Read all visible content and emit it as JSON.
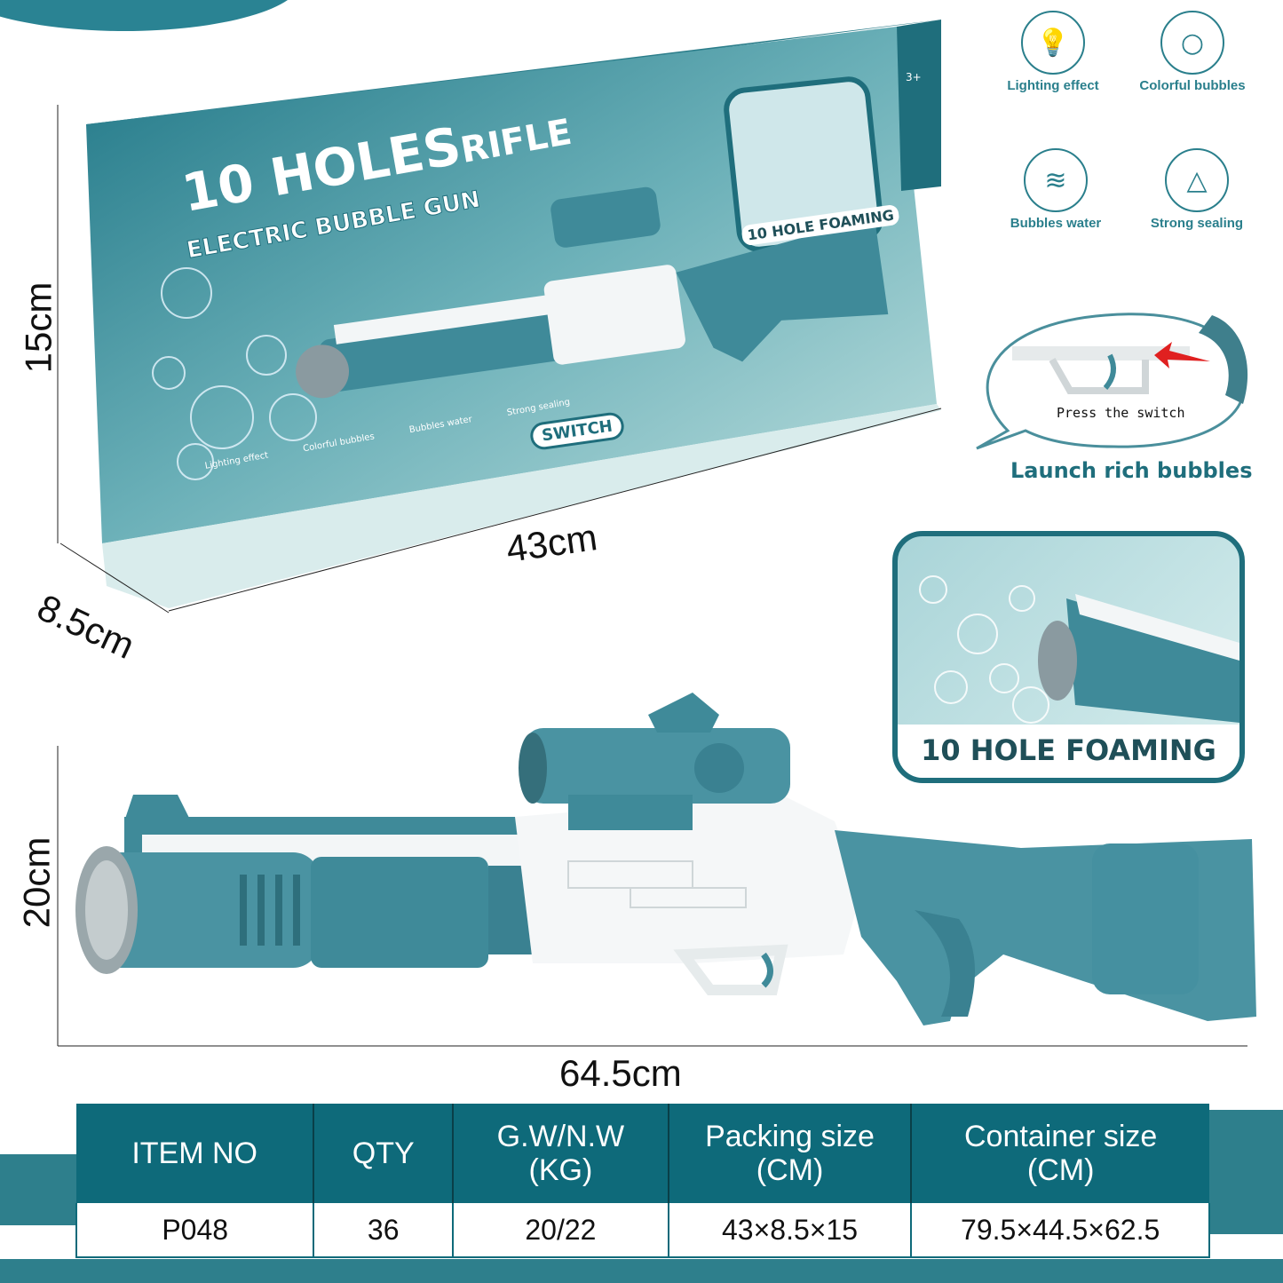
{
  "box": {
    "title_main": "10 HOLES",
    "title_rifle": "RIFLE",
    "subtitle": "ELECTRIC BUBBLE GUN",
    "inset_label": "10 HOLE FOAMING",
    "switch_label": "SWITCH",
    "age_label": "3+",
    "features": [
      "Lighting effect",
      "Colorful bubbles",
      "Bubbles water",
      "Strong sealing"
    ]
  },
  "dimensions": {
    "box_height": "15cm",
    "box_depth": "8.5cm",
    "box_length": "43cm",
    "gun_height": "20cm",
    "gun_length": "64.5cm"
  },
  "features": [
    {
      "label": "Lighting effect",
      "icon": "light-bulb-icon"
    },
    {
      "label": "Colorful bubbles",
      "icon": "bubbles-icon"
    },
    {
      "label": "Bubbles water",
      "icon": "bottle-icon"
    },
    {
      "label": "Strong sealing",
      "icon": "water-drop-icon"
    }
  ],
  "callout": {
    "instruction": "Press the switch",
    "caption": "Launch rich bubbles"
  },
  "inset": {
    "label": "10 HOLE FOAMING"
  },
  "spec_table": {
    "headers": [
      [
        "ITEM NO",
        ""
      ],
      [
        "QTY",
        ""
      ],
      [
        "G.W/N.W",
        "(KG)"
      ],
      [
        "Packing size",
        "(CM)"
      ],
      [
        "Container size",
        "(CM)"
      ]
    ],
    "row": [
      "P048",
      "36",
      "20/22",
      "43×8.5×15",
      "79.5×44.5×62.5"
    ]
  },
  "colors": {
    "teal": "#0e6a7a",
    "gun_teal": "#3f8a99",
    "accent_red": "#e02020"
  }
}
